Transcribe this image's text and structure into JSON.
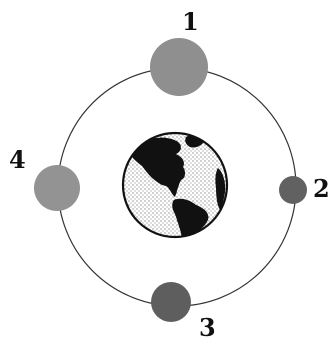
{
  "positions": [
    {
      "id": "1",
      "label": "1",
      "color": "#8f8f8f"
    },
    {
      "id": "2",
      "label": "2",
      "color": "#616161"
    },
    {
      "id": "3",
      "label": "3",
      "color": "#5e5e5e"
    },
    {
      "id": "4",
      "label": "4",
      "color": "#939393"
    }
  ],
  "colors": {
    "orbit": "#333333",
    "globe_ocean": "#ffffff",
    "globe_land": "#111111",
    "globe_outline": "#111111"
  }
}
